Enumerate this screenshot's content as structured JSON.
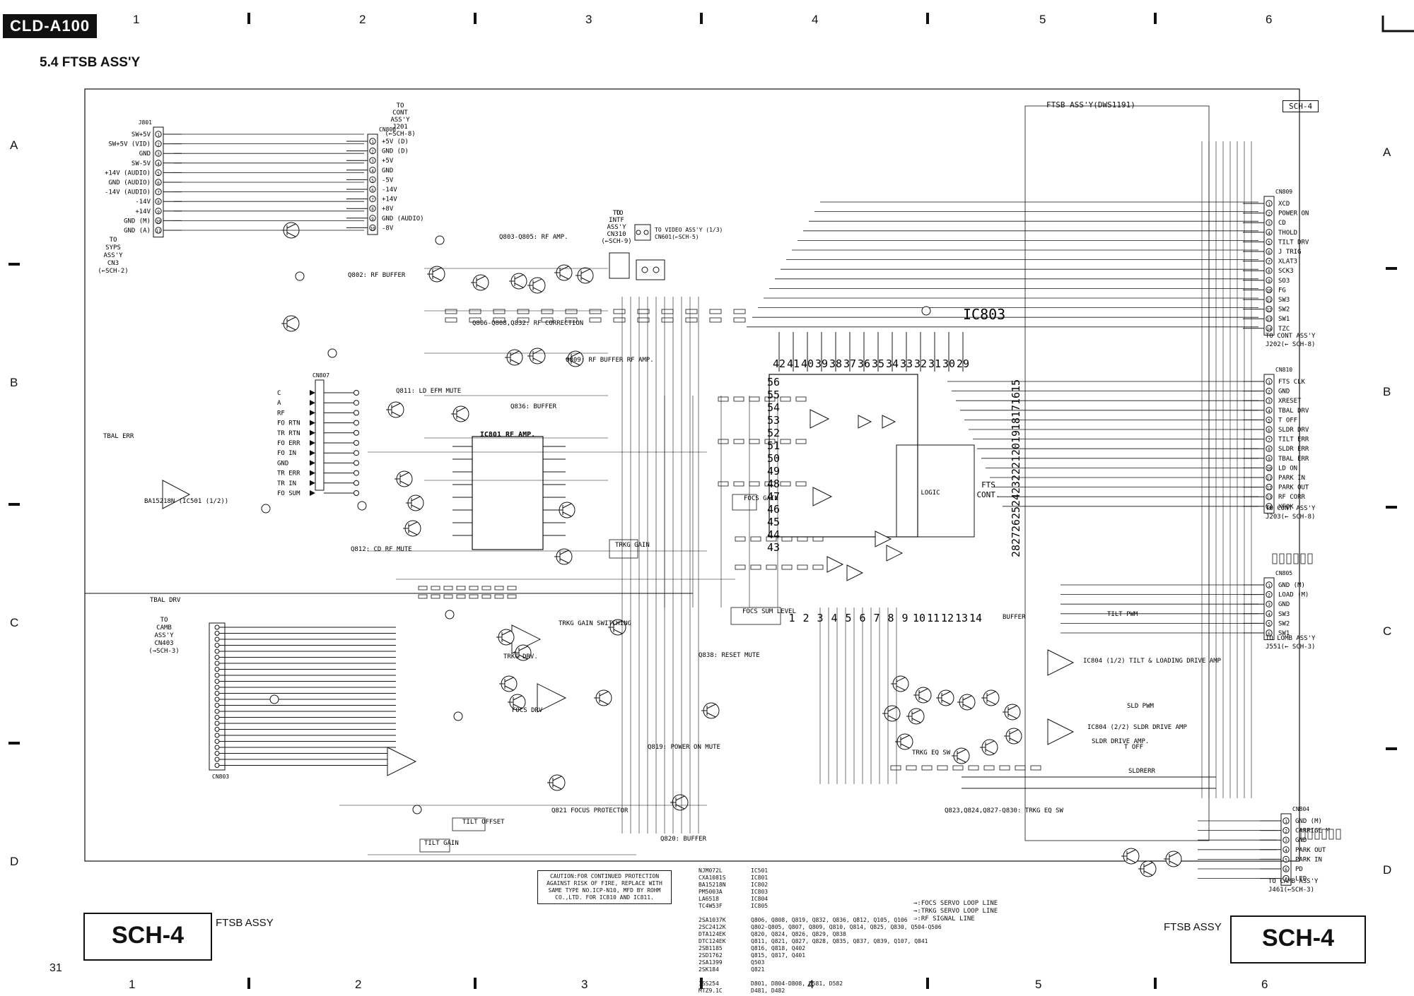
{
  "header": {
    "model": "CLD-A100",
    "section": "5.4  FTSB ASS'Y",
    "assy_title": "FTSB ASS'Y(DWS1191)",
    "sch_tag": "SCH-4"
  },
  "columns": [
    "1",
    "2",
    "3",
    "4",
    "5",
    "6"
  ],
  "rows": [
    "A",
    "B",
    "C",
    "D"
  ],
  "page_number": "31",
  "footer": {
    "left_box": "SCH-4",
    "left_label": "FTSB ASSY",
    "right_box": "SCH-4",
    "right_label": "FTSB ASSY"
  },
  "connectors": {
    "j801_title": "J801",
    "j801_pins": [
      "SW+5V",
      "SW+5V (VID)",
      "GND",
      "SW-5V",
      "+14V (AUDIO)",
      "GND (AUDIO)",
      "-14V (AUDIO)",
      "-14V",
      "+14V",
      "GND (M)",
      "GND (A)"
    ],
    "j801_to": [
      "TO",
      "SYPS",
      "ASS'Y",
      "CN3",
      "(←SCH-2)"
    ],
    "cn800_title": "CN800",
    "cn800_pins": [
      "+5V (D)",
      "GND (D)",
      "+5V",
      "GND",
      "-5V",
      "-14V",
      "+14V",
      "+8V",
      "GND (AUDIO)",
      "-8V"
    ],
    "cn800_to": [
      "TO",
      "CONT",
      "ASS'Y",
      "J201",
      "(←SCH-8)"
    ],
    "cn809_title": "CN809",
    "cn809_pins": [
      "XCD",
      "POWER ON",
      "CD",
      "THOLD",
      "TILT DRV",
      "J TRIG",
      "XLAT3",
      "SCK3",
      "SO3",
      "FG",
      "SW3",
      "SW2",
      "SW1",
      "TZC"
    ],
    "cn809_to": "TO CONT ASS'Y J202 (← SCH-8)",
    "cn810_title": "CN810",
    "cn810_pins": [
      "FTS CLK",
      "GND",
      "XRESET",
      "TBAL DRV",
      "T OFF",
      "SLDR DRV",
      "TILT ERR",
      "SLDR ERR",
      "TBAL ERR",
      "LD ON",
      "PARK IN",
      "PARK OUT",
      "RF CORR",
      "XFOK"
    ],
    "cn810_to": "TO CONT ASS'Y J203 (← SCH-8)",
    "cn805_title": "CN805",
    "cn805_pins": [
      "GND (M)",
      "LOAD (M)",
      "GND",
      "SW3",
      "SW2",
      "SW1"
    ],
    "cn805_to": "TO LOMB ASS'Y J551 (← SCH-3)",
    "cn804_title": "CN804",
    "cn804_pins": [
      "GND (M)",
      "CARRIGE M",
      "GND",
      "PARK OUT",
      "PARK IN",
      "PD",
      "LED"
    ],
    "cn804_to": "TO CAMB ASS'Y J461 (← SCH-3)",
    "cn807_title": "CN807",
    "cn807_pins": [
      "C",
      "A",
      "RF",
      "FO RTN",
      "TR RTN",
      "FO ERR",
      "FO IN",
      "GND",
      "TR ERR",
      "TR IN",
      "FO SUM"
    ],
    "cn803_title": "CN803",
    "cn803_to": [
      "TO",
      "CAMB",
      "ASS'Y",
      "CN403",
      "(→SCH-3)"
    ],
    "cn310_label": [
      "TO",
      "INTF",
      "ASS'Y",
      "CN310",
      "(←SCH-9)"
    ],
    "cn811_label": "TO VIDEO ASS'Y (1/3) CN601 (←SCH-5)"
  },
  "blocks": [
    "Q803-Q805: RF AMP.",
    "Q802: RF BUFFER",
    "Q806-Q808,Q832: RF CORRECTION",
    "Q809: RF BUFFER RF AMP.",
    "Q811: LD EFM MUTE",
    "Q836: BUFFER",
    "IC801 RF AMP.",
    "Q812: CD RF MUTE",
    "TRKG GAIN",
    "IC803",
    "FTS CONT.",
    "LOGIC",
    "FOCS GAIN",
    "FOCS SUM LEVEL",
    "TRKG GAIN SWITCHING",
    "TRKG DRV.",
    "FOCS DRV",
    "Q838: RESET MUTE",
    "Q819: POWER ON MUTE",
    "Q820: BUFFER",
    "Q821 FOCUS PROTECTOR",
    "TRKG EQ SW",
    "Q823,Q824,Q827-Q830: TRKG EQ SW",
    "IC804 (1/2) TILT & LOADING DRIVE AMP",
    "IC804 (2/2) SLDR DRIVE AMP",
    "SLDR DRIVE AMP.",
    "TILT GAIN",
    "TILT OFFSET",
    "TBAL ERR",
    "TBAL DRV",
    "BA15218N (IC501 (1/2))",
    "BUFFER",
    "SLD PWM",
    "SLDRERR",
    "T OFF",
    "TILT PWM"
  ],
  "caution": "CAUTION:FOR CONTINUED PROTECTION AGAINST RISK OF FIRE, REPLACE WITH SAME TYPE NO.ICP-N10, MFD BY ROHM CO.,LTD. FOR IC810 AND IC811.",
  "parts_left": [
    "NJM072L",
    "CXA1081S",
    "BA15218N",
    "PM5003A",
    "LA6518",
    "TC4W53F",
    "",
    "2SA1037K",
    "2SC2412K",
    "DTA124EK",
    "DTC124EK",
    "2SB1185",
    "2SD1762",
    "2SA1399",
    "2SK184",
    "",
    "1SS254",
    "MTZ9.1C"
  ],
  "parts_right": [
    "IC501",
    "IC801",
    "IC802",
    "IC803",
    "IC804",
    "IC805",
    "",
    "Q806, Q808, Q819, Q832, Q836, Q812, Q105, Q106",
    "Q802-Q805, Q807, Q809, Q810, Q814, Q825, Q830, Q504-Q506",
    "Q820, Q824, Q826, Q829, Q838",
    "Q811, Q821, Q827, Q828, Q835, Q837, Q839, Q107, Q841",
    "Q816, Q818, Q402",
    "Q815, Q817, Q401",
    "Q503",
    "Q821",
    "",
    "D801, D804-D808, D581, D582",
    "D481, D482"
  ],
  "legend": [
    "→:FOCS SERVO LOOP LINE",
    "→:TRKG SERVO LOOP LINE",
    "⇒:RF SIGNAL LINE"
  ],
  "ic803_pins_top": [
    "42",
    "41",
    "40",
    "39",
    "38",
    "37",
    "36",
    "35",
    "34",
    "33",
    "32",
    "31",
    "30",
    "29"
  ],
  "ic803_pins_left": [
    "43",
    "44",
    "45",
    "46",
    "47",
    "48",
    "49",
    "50",
    "51",
    "52",
    "53",
    "54",
    "55",
    "56"
  ],
  "ic803_pins_right": [
    "28",
    "27",
    "26",
    "25",
    "24",
    "23",
    "22",
    "21",
    "20",
    "19",
    "18",
    "17",
    "16",
    "15"
  ],
  "ic803_pins_bottom": [
    "1",
    "2",
    "3",
    "4",
    "5",
    "6",
    "7",
    "8",
    "9",
    "10",
    "11",
    "12",
    "13",
    "14"
  ]
}
